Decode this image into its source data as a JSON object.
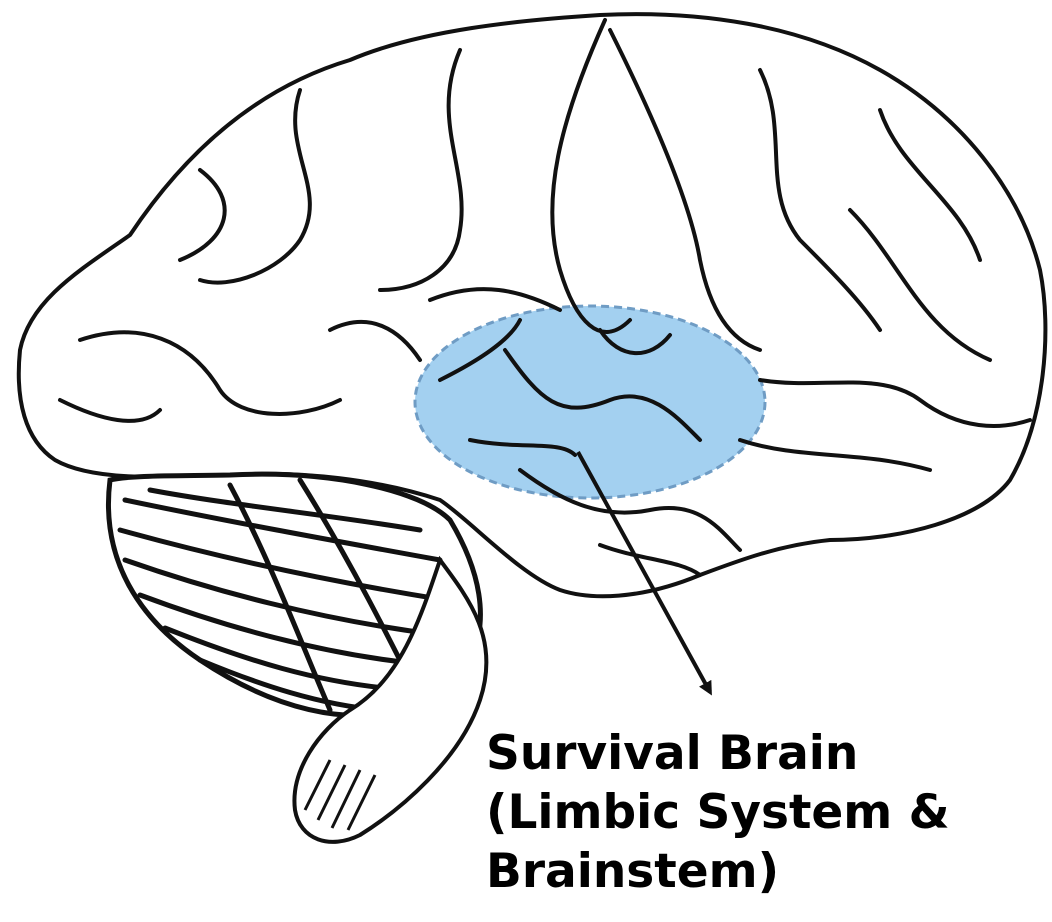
{
  "annotation": {
    "lines": [
      "Survival Brain",
      "(Limbic System &",
      "Brainstem)"
    ]
  },
  "colors": {
    "highlight": "#a3d0f0",
    "highlight_border": "#6f9cc4",
    "outline": "#111111",
    "background": "#ffffff"
  }
}
